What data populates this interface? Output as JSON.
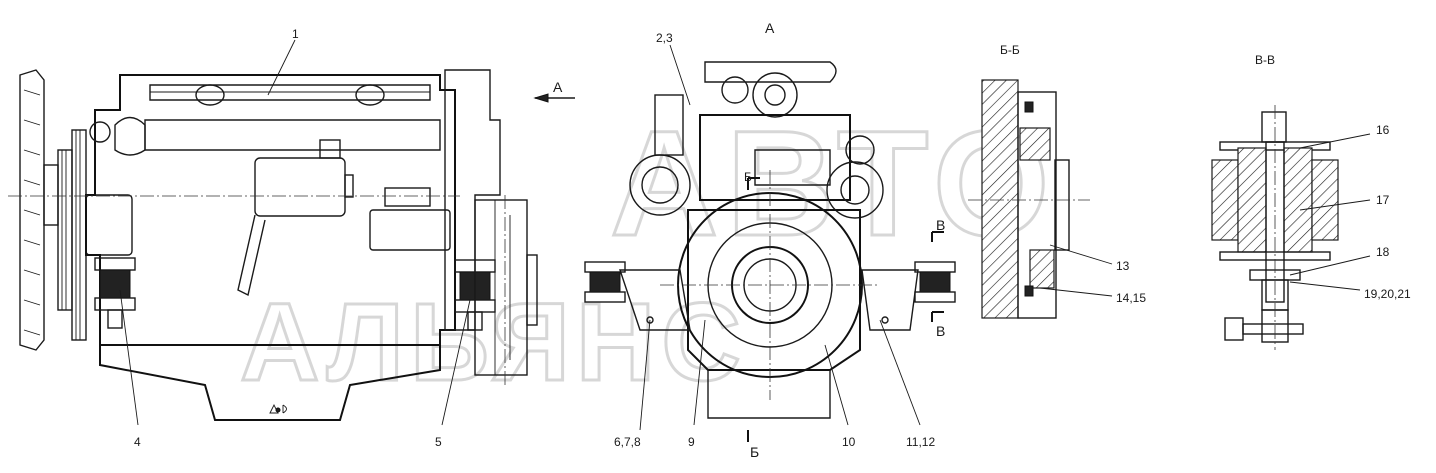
{
  "views": {
    "view_a": "А",
    "section_bb": "Б-Б",
    "section_vv": "В-В",
    "arrow_a": "А",
    "cut_b_top": "Б",
    "cut_b_bottom": "Б",
    "cut_v_top": "В",
    "cut_v_bottom": "В"
  },
  "callouts": {
    "c1": "1",
    "c23": "2,3",
    "c4": "4",
    "c5": "5",
    "c678": "6,7,8",
    "c9": "9",
    "c10": "10",
    "c1112": "11,12",
    "c13": "13",
    "c1415": "14,15",
    "c16": "16",
    "c17": "17",
    "c18": "18",
    "c192021": "19,20,21"
  },
  "watermark": {
    "line1": "АВТО",
    "line2": "АЛЬЯНС"
  }
}
